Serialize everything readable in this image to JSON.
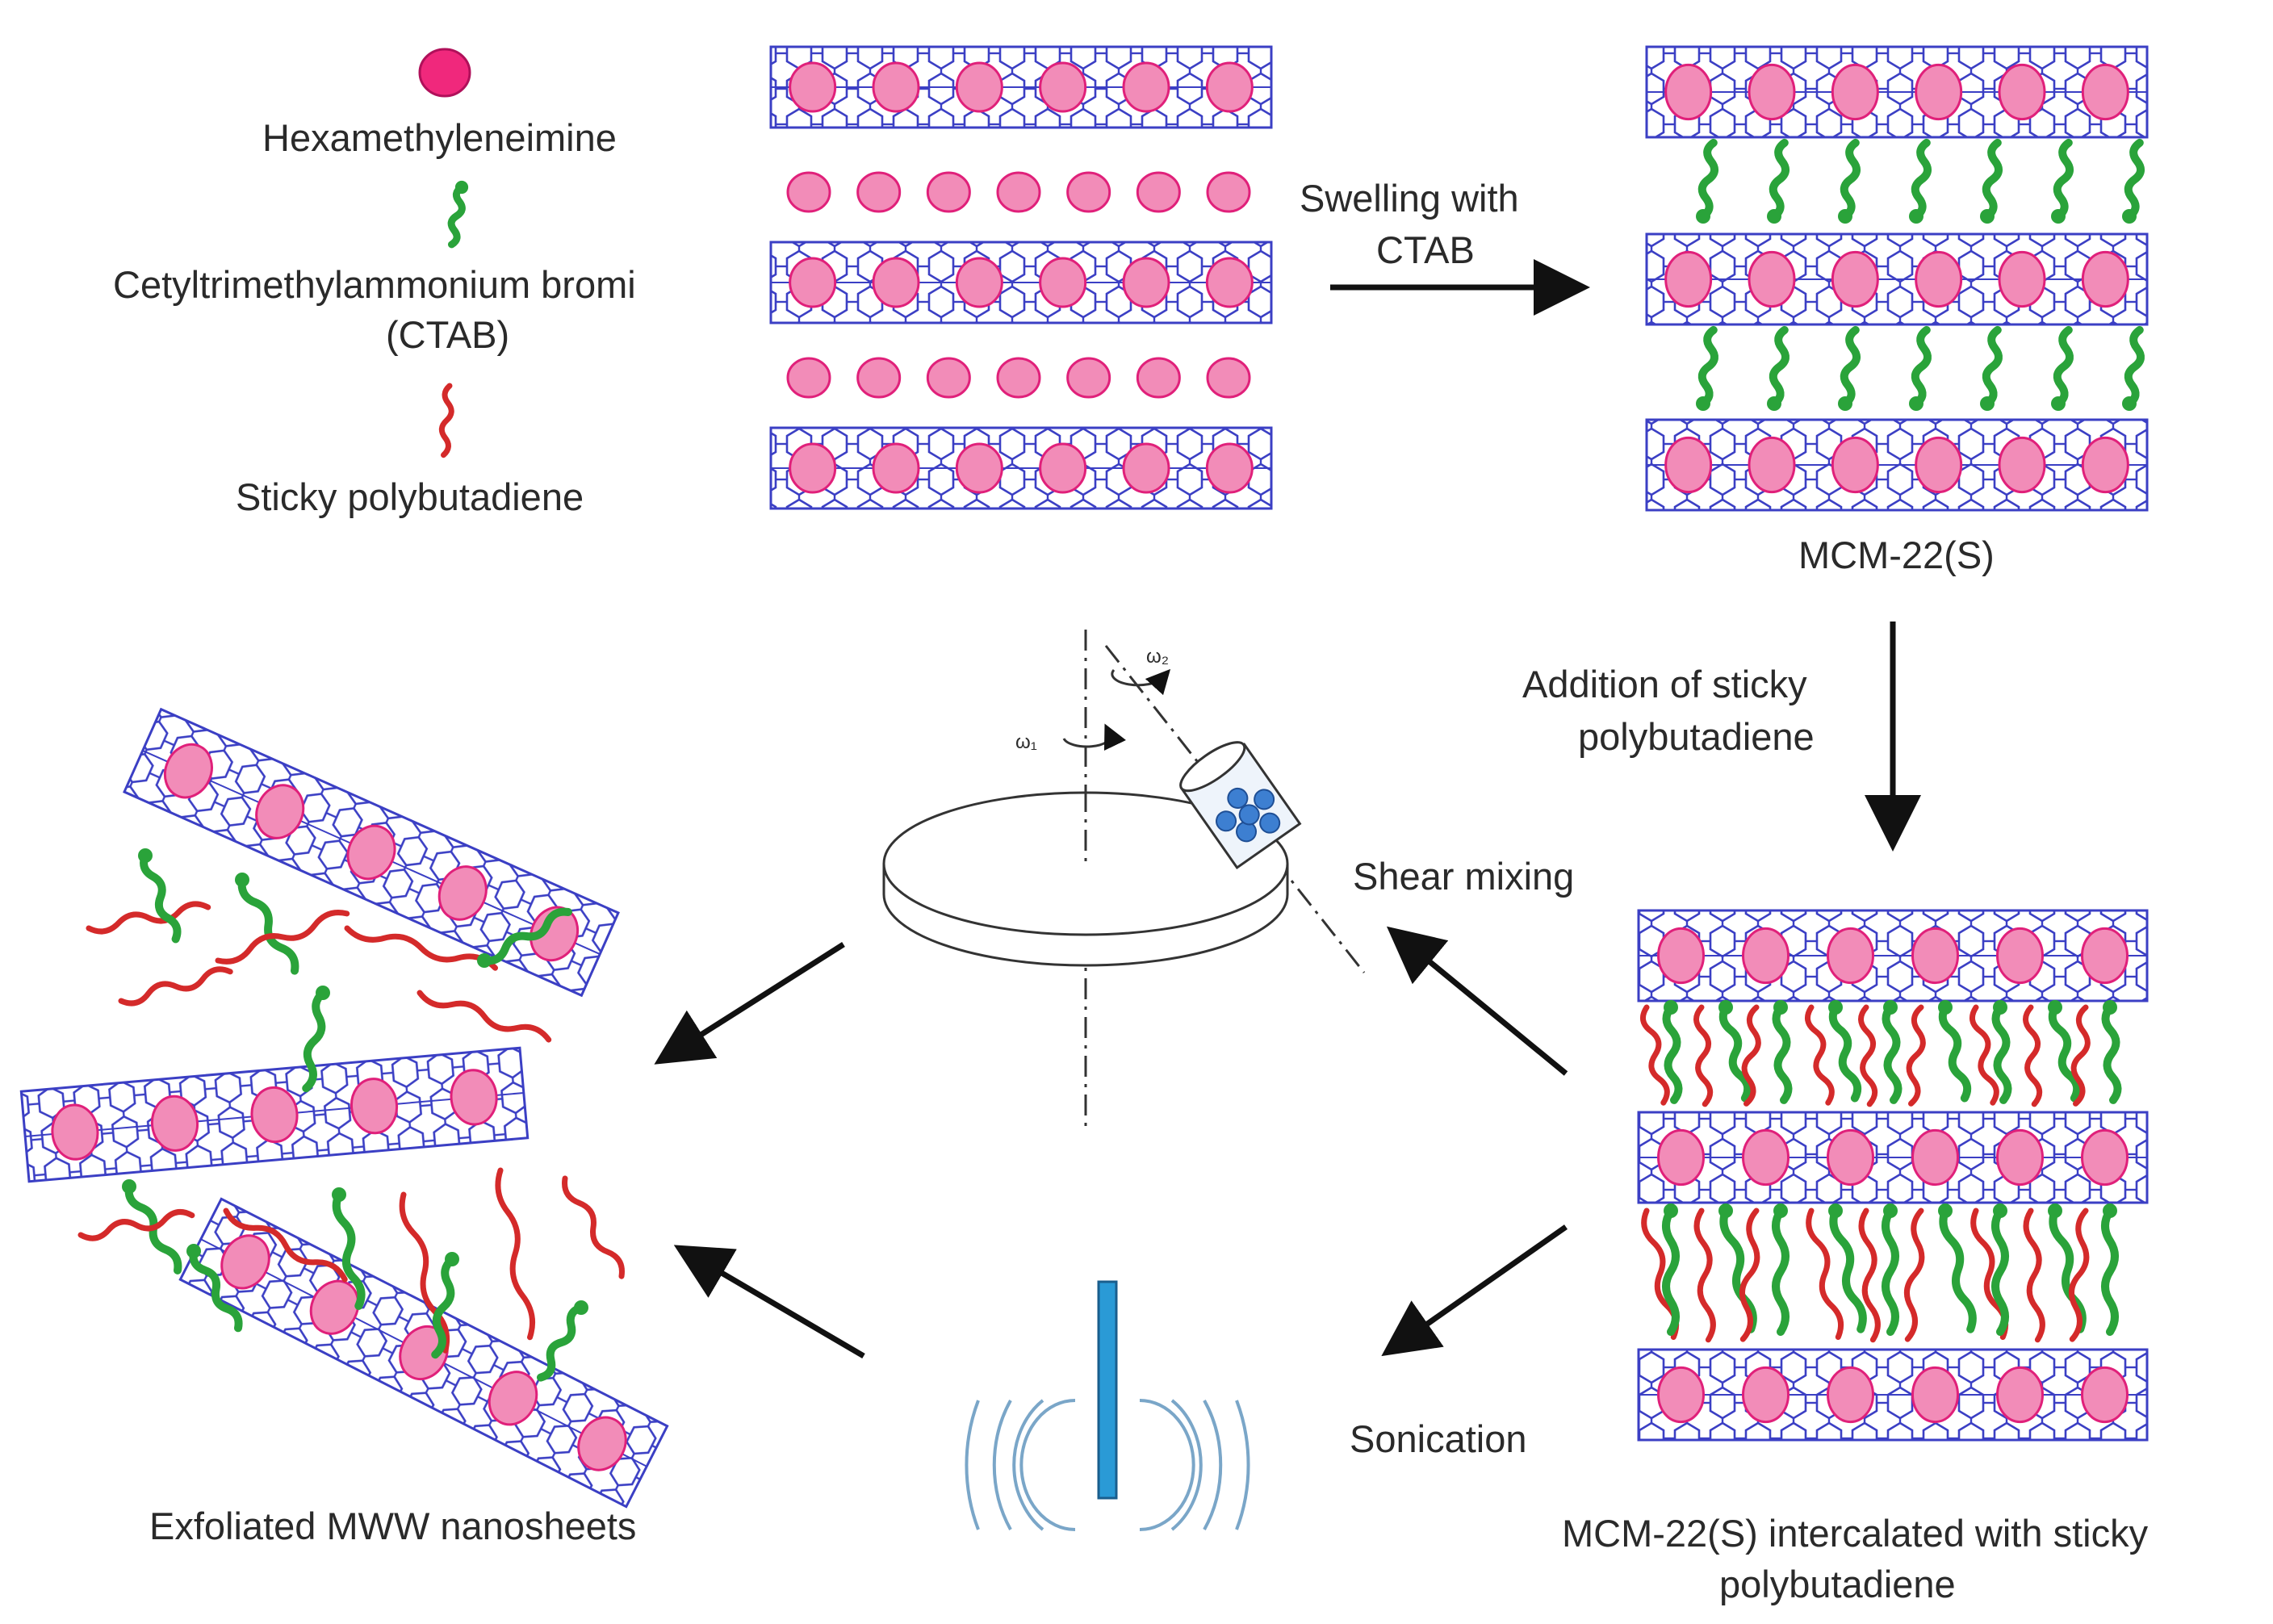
{
  "legend": {
    "hmi": "Hexamethyleneimine",
    "ctab_line1": "Cetyltrimethylammonium bromi",
    "ctab_line2": "(CTAB)",
    "pb": "Sticky polybutadiene"
  },
  "steps": {
    "swelling_line1": "Swelling with",
    "swelling_line2": "CTAB",
    "addition_line1": "Addition of sticky",
    "addition_line2": "polybutadiene",
    "shear": "Shear mixing",
    "sonication": "Sonication"
  },
  "products": {
    "mcm22s": "MCM-22(S)",
    "intercalated_line1": "MCM-22(S) intercalated with sticky",
    "intercalated_line2": "polybutadiene",
    "exfoliated": "Exfoliated MWW nanosheets"
  },
  "mixer": {
    "omega1": "ω₁",
    "omega2": "ω₂"
  },
  "colors": {
    "framework": "#3b3fc4",
    "hmi_fill": "#f28cb8",
    "hmi_edge": "#e0207a",
    "ctab": "#2aa33a",
    "polybutadiene": "#d42a2a",
    "arrow": "#111111",
    "sonicator": "#2a9ad6"
  }
}
